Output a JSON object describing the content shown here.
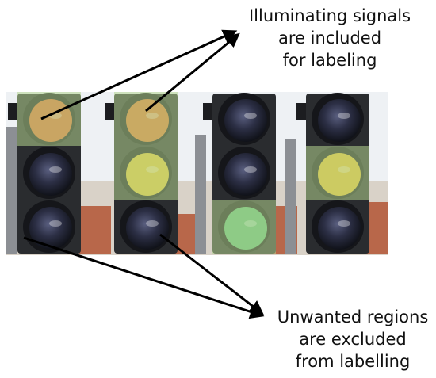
{
  "annotations": {
    "included": {
      "lines": [
        "Illuminating signals",
        "are included",
        "for labeling"
      ]
    },
    "excluded": {
      "lines": [
        "Unwanted regions",
        "are excluded",
        "from labelling"
      ]
    }
  },
  "traffic_lights": [
    {
      "lamps": [
        {
          "state": "on",
          "color": "#e36a2e"
        },
        {
          "state": "off"
        },
        {
          "state": "off"
        }
      ],
      "labeled": [
        0
      ]
    },
    {
      "lamps": [
        {
          "state": "on",
          "color": "#e3772e"
        },
        {
          "state": "on",
          "color": "#e6c534"
        },
        {
          "state": "off"
        }
      ],
      "labeled": [
        0,
        1
      ]
    },
    {
      "lamps": [
        {
          "state": "off"
        },
        {
          "state": "off"
        },
        {
          "state": "on",
          "color": "#5fbf7a"
        }
      ],
      "labeled": [
        2
      ]
    },
    {
      "lamps": [
        {
          "state": "off"
        },
        {
          "state": "on",
          "color": "#e8bf2a"
        },
        {
          "state": "off"
        }
      ],
      "labeled": [
        1
      ]
    }
  ],
  "colors": {
    "housing": "#2a2c2f",
    "lens_off": "#23263a",
    "label_box": "#b5d68f",
    "arrow": "#000000",
    "sky": "#eef1f4",
    "brick": "#b8674a"
  }
}
